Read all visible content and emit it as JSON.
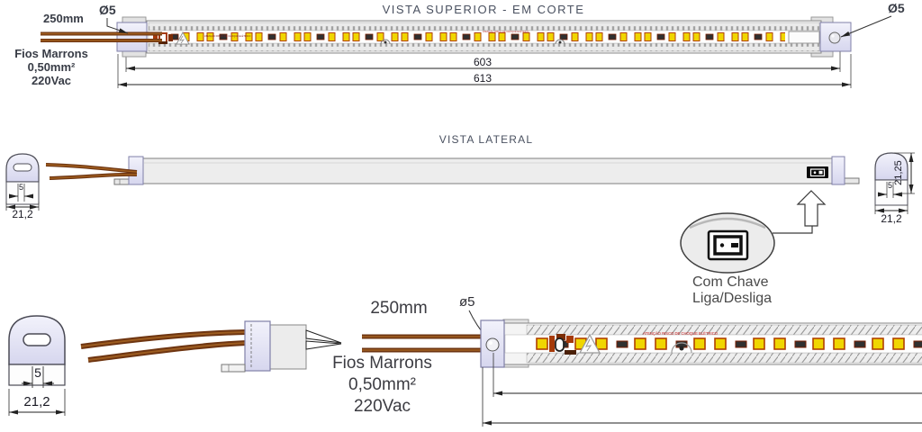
{
  "top_view": {
    "title": "VISTA SUPERIOR - EM CORTE",
    "wire_length_label": "250mm",
    "hole_label_left": "Ø5",
    "hole_label_right": "Ø5",
    "wire_note": [
      "Fios Marrons",
      "0,50mm²",
      "220Vac"
    ],
    "dim_body_length": "603",
    "dim_total_length": "613"
  },
  "side_view": {
    "title": "VISTA LATERAL",
    "left_endcap": {
      "slot_width": "5",
      "cap_width": "21,2"
    },
    "right_endcap": {
      "slot_width": "5",
      "cap_width": "21,2",
      "cap_height": "21,25"
    },
    "switch_callout": {
      "line1": "Com Chave",
      "line2": "Liga/Desliga"
    }
  },
  "detail_view": {
    "endcap": {
      "slot_width": "5",
      "cap_width": "21,2"
    },
    "wire_length_label": "250mm",
    "hole_label": "ø5",
    "wire_note": [
      "Fios Marrons",
      "0,50mm²",
      "220Vac"
    ],
    "strip_warning_label": "ATENÇÃO RISCO DE CHOQUE ELÉTRICO"
  },
  "colors": {
    "endcap": "#dcdcf2",
    "led": "#f0d600",
    "led_edge": "#b04000",
    "wire": "#6e3511",
    "warning_text": "#cc2020",
    "line": "#333333"
  }
}
